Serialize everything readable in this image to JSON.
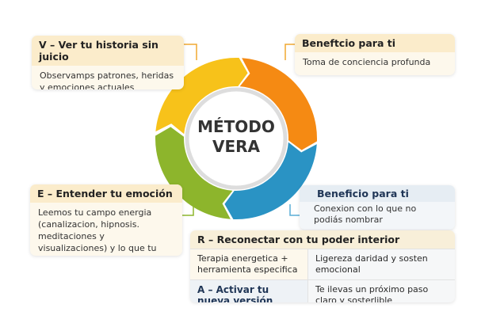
{
  "center": {
    "line1": "MÉTODO",
    "line2": "VERA"
  },
  "colors": {
    "yellow": "#f7c21a",
    "orange": "#f58a13",
    "blue": "#2a93c4",
    "green": "#8db52c"
  },
  "v": {
    "title": "V – Ver tu historia sin juicio",
    "body": "Observamps patrones, heridas y emociones actuales"
  },
  "benefit_top": {
    "title": "Beneftcio para ti",
    "body": "Toma de conciencia profunda"
  },
  "e": {
    "title": "E – Entender tu emoción",
    "body": "Leemos tu campo energia (canalizacion, hipnosis. meditaciones y visualizaciones) y lo que tu cuerpo pide."
  },
  "benefit_right": {
    "title": "Beneficio para ti",
    "body": "Conexion con lo que no podiás nombrar"
  },
  "r": {
    "title": "R – Reconectar con tu poder interior",
    "left": "Terapia energetica + herramienta especifica",
    "right": "Ligereza daridad y sosten emocional"
  },
  "a": {
    "title": "A – Activar tu nueva versión",
    "right": "Te ilevas un próximo paso claro y sosterlible"
  }
}
